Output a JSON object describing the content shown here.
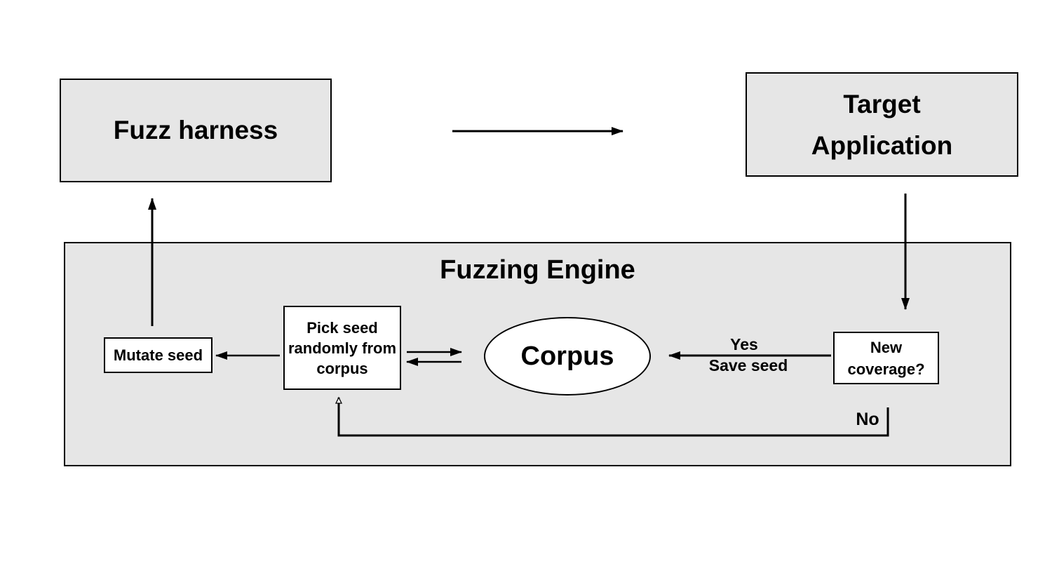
{
  "diagram": {
    "engine": {
      "title": "Fuzzing Engine"
    },
    "nodes": {
      "fuzz_harness": {
        "label": "Fuzz harness"
      },
      "target_application": {
        "lines": [
          "Target",
          "Application"
        ]
      },
      "mutate_seed": {
        "label": "Mutate seed"
      },
      "pick_seed": {
        "lines": [
          "Pick seed",
          "randomly from",
          "corpus"
        ]
      },
      "corpus": {
        "label": "Corpus"
      },
      "new_coverage": {
        "lines": [
          "New",
          "coverage?"
        ]
      }
    },
    "edge_labels": {
      "yes": "Yes",
      "save_seed": "Save seed",
      "no": "No"
    },
    "colors": {
      "container_fill": "#e6e6e6",
      "node_fill": "#ffffff",
      "stroke": "#000000",
      "text": "#000000",
      "background": "#ffffff"
    }
  }
}
